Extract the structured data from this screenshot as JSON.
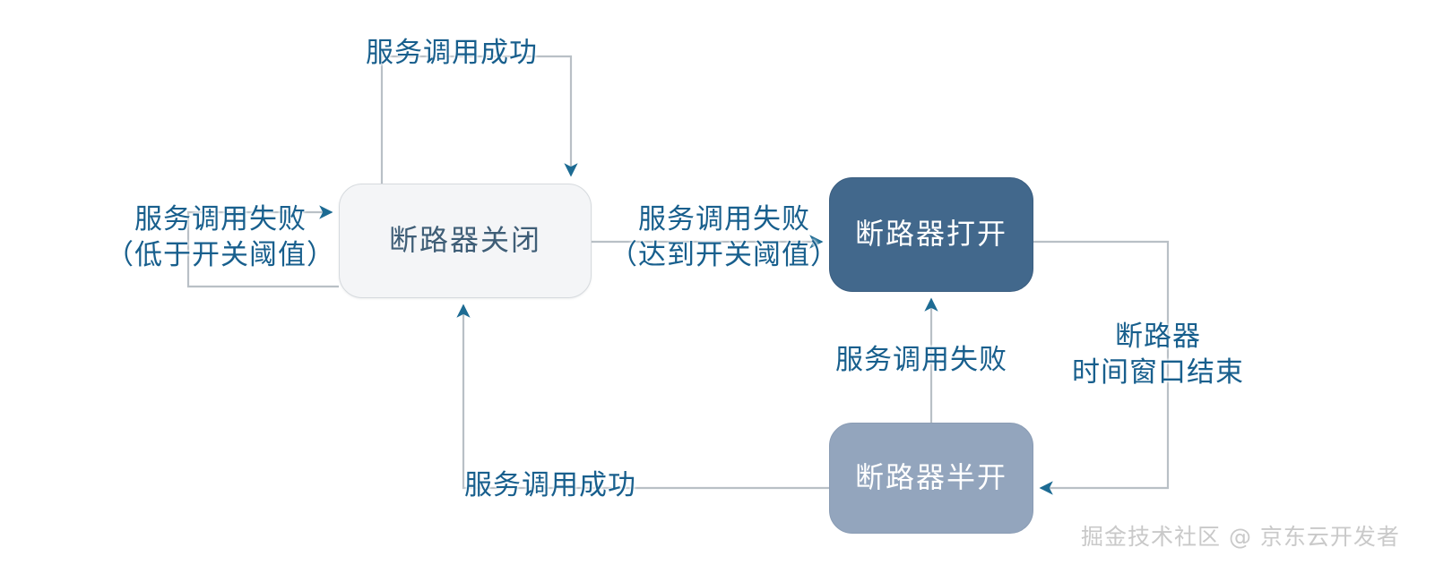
{
  "diagram": {
    "title": "断路器状态转换图",
    "background_color": "#ffffff",
    "line_color": "#b9c0c6",
    "arrow_color": "#1d6b93",
    "label_color": "#185f8d",
    "nodes": [
      {
        "id": "closed",
        "label": "断路器关闭",
        "fill": "#f4f5f7",
        "border": "#d6dade",
        "text_color": "#3f5e77"
      },
      {
        "id": "open",
        "label": "断路器打开",
        "fill": "#42688c",
        "border": "#3b5e80",
        "text_color": "#ffffff"
      },
      {
        "id": "halfopen",
        "label": "断路器半开",
        "fill": "#93a5bd",
        "border": "#8a9cb4",
        "text_color": "#ffffff"
      }
    ],
    "edges": [
      {
        "id": "closed-self-success",
        "from": "closed",
        "to": "closed",
        "label_lines": [
          "服务调用成功"
        ]
      },
      {
        "id": "closed-self-fail",
        "from": "closed",
        "to": "closed",
        "label_lines": [
          "服务调用失败",
          "（低于开关阈值）"
        ]
      },
      {
        "id": "closed-to-open",
        "from": "closed",
        "to": "open",
        "label_lines": [
          "服务调用失败",
          "（达到开关阈值）"
        ]
      },
      {
        "id": "halfopen-to-open",
        "from": "halfopen",
        "to": "open",
        "label_lines": [
          "服务调用失败"
        ]
      },
      {
        "id": "open-to-halfopen",
        "from": "open",
        "to": "halfopen",
        "label_lines": [
          "断路器",
          "时间窗口结束"
        ]
      },
      {
        "id": "halfopen-to-closed",
        "from": "halfopen",
        "to": "closed",
        "label_lines": [
          "服务调用成功"
        ]
      }
    ]
  },
  "watermark": {
    "text": "掘金技术社区 @ 京东云开发者"
  }
}
